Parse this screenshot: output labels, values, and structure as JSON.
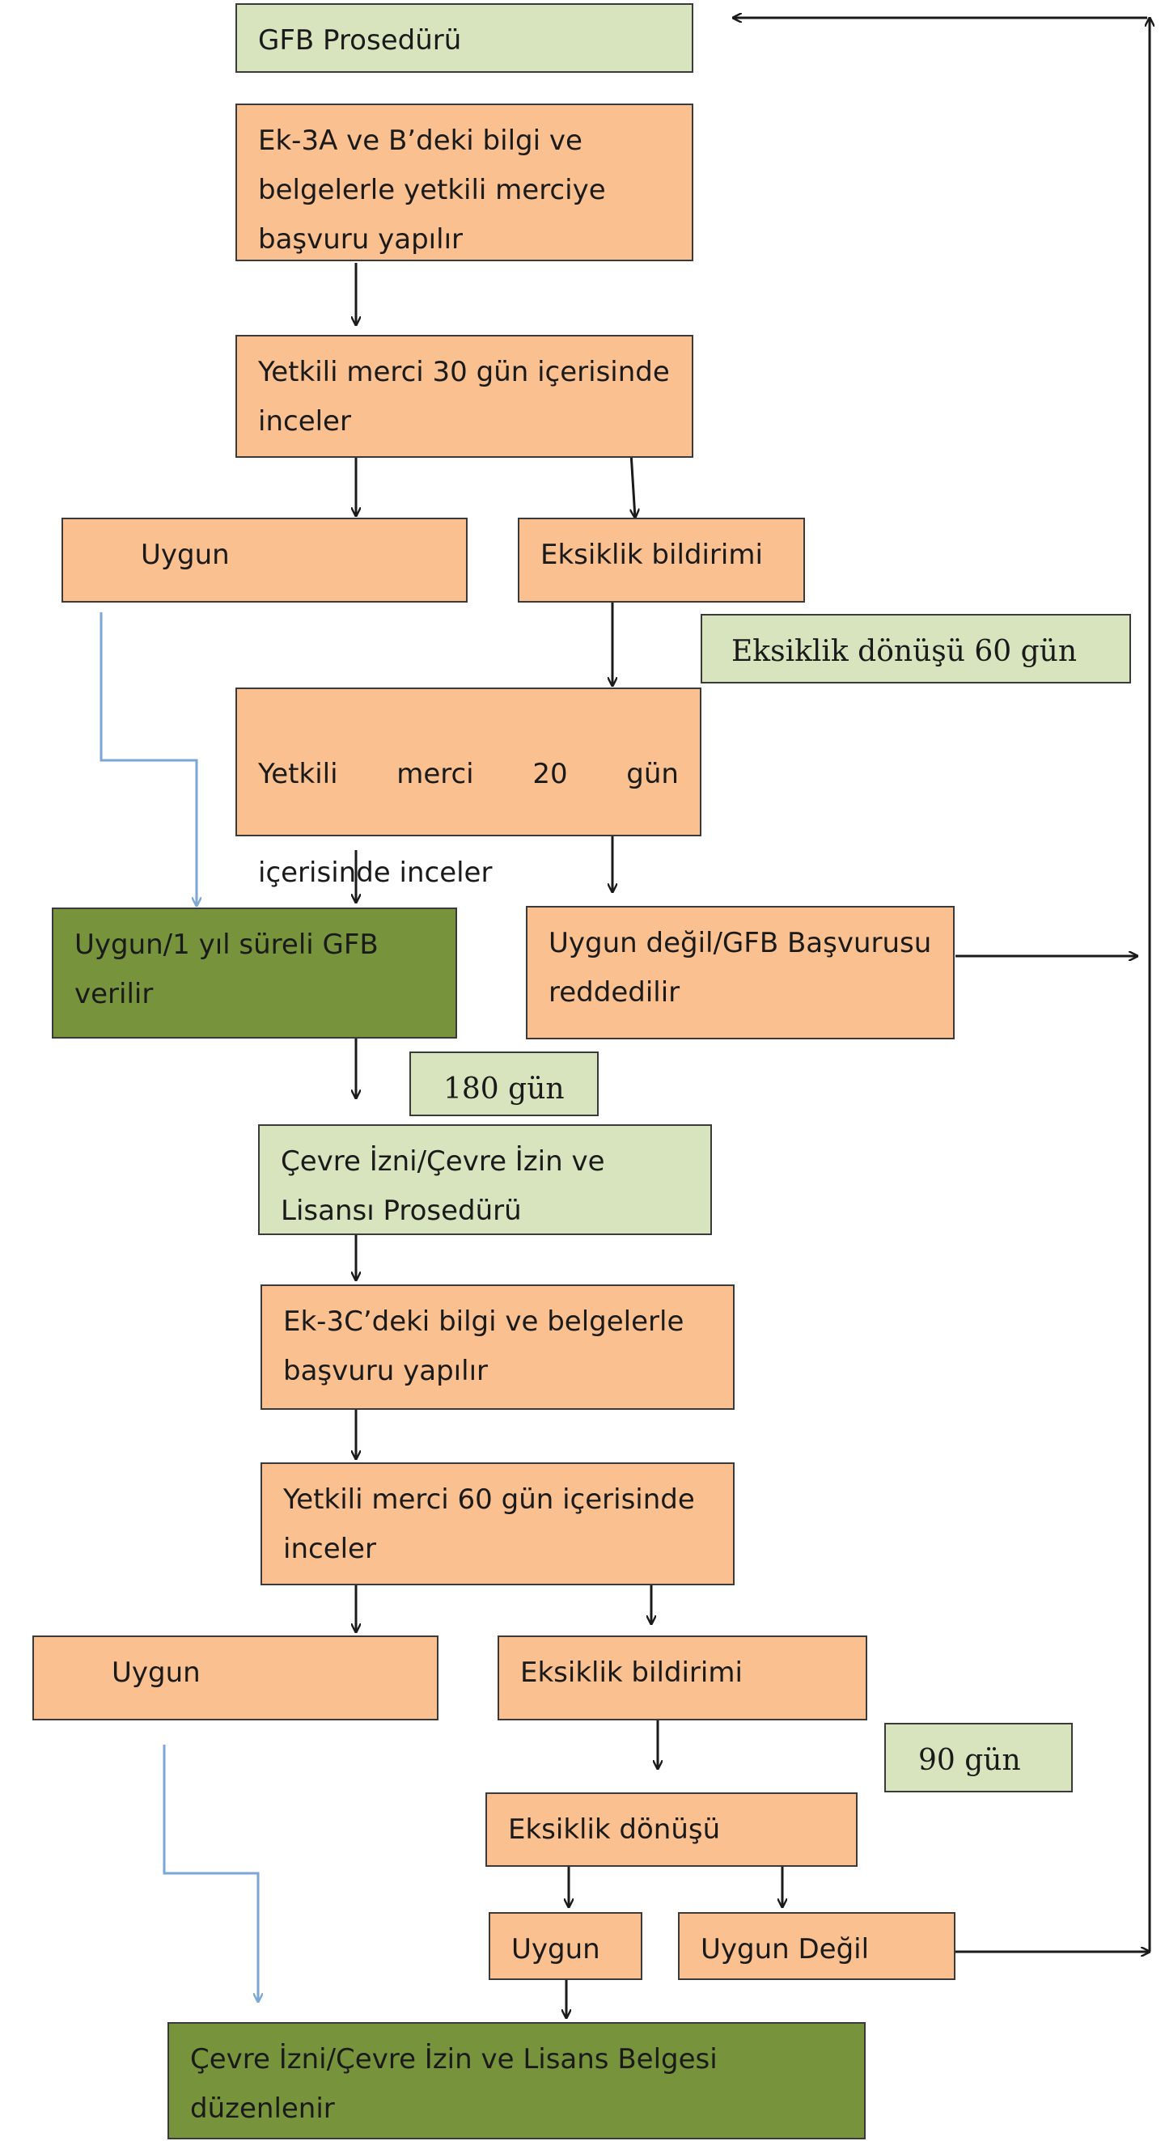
{
  "boxes": {
    "gfb_procedure": "GFB Prosedürü",
    "apply_ek3ab": "Ek-3A ve B’deki bilgi ve belgelerle yetkili merciye başvuru yapılır",
    "review_30": "Yetkili merci 30 gün içerisinde inceler",
    "suitable_1": "Uygun",
    "deficiency_1": "Eksiklik bildirimi",
    "deficiency_return_60": "Eksiklik dönüşü 60 gün",
    "review_20_words": [
      "Yetkili",
      "merci",
      "20",
      "gün"
    ],
    "review_20_line2": "içerisinde inceler",
    "gfb_granted": "Uygun/1 yıl süreli GFB verilir",
    "gfb_rejected": "Uygun değil/GFB Başvurusu reddedilir",
    "days_180": "180 gün",
    "env_permit_procedure": "Çevre İzni/Çevre İzin ve Lisansı Prosedürü",
    "apply_ek3c": "Ek-3C’deki bilgi ve belgelerle başvuru yapılır",
    "review_60": "Yetkili merci 60 gün içerisinde inceler",
    "suitable_2": "Uygun",
    "deficiency_2": "Eksiklik bildirimi",
    "days_90": "90 gün",
    "deficiency_return": "Eksiklik dönüşü",
    "suitable_3": "Uygun",
    "not_suitable": "Uygun Değil",
    "certificate_issued": "Çevre İzni/Çevre İzin ve Lisans Belgesi düzenlenir"
  },
  "colors": {
    "process_box": "#fac090",
    "timing_box": "#d7e4bd",
    "outcome_box": "#77933c",
    "arrow_black": "#1a1a1a",
    "arrow_blue": "#7ba6d6"
  }
}
